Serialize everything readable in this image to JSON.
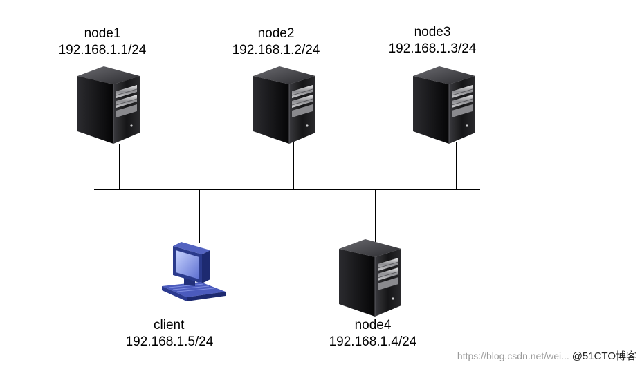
{
  "nodes": [
    {
      "name": "node1",
      "ip": "192.168.1.1/24",
      "icon": "server-icon"
    },
    {
      "name": "node2",
      "ip": "192.168.1.2/24",
      "icon": "server-icon"
    },
    {
      "name": "node3",
      "ip": "192.168.1.3/24",
      "icon": "server-icon"
    },
    {
      "name": "node4",
      "ip": "192.168.1.4/24",
      "icon": "server-icon"
    },
    {
      "name": "client",
      "ip": "192.168.1.5/24",
      "icon": "workstation-icon"
    }
  ],
  "watermark": {
    "url": "https://blog.csdn.net/wei...",
    "brand": "@51CTO博客"
  },
  "colors": {
    "line": "#000000",
    "server": "#1c1c1e",
    "client": "#3d4fa8"
  }
}
